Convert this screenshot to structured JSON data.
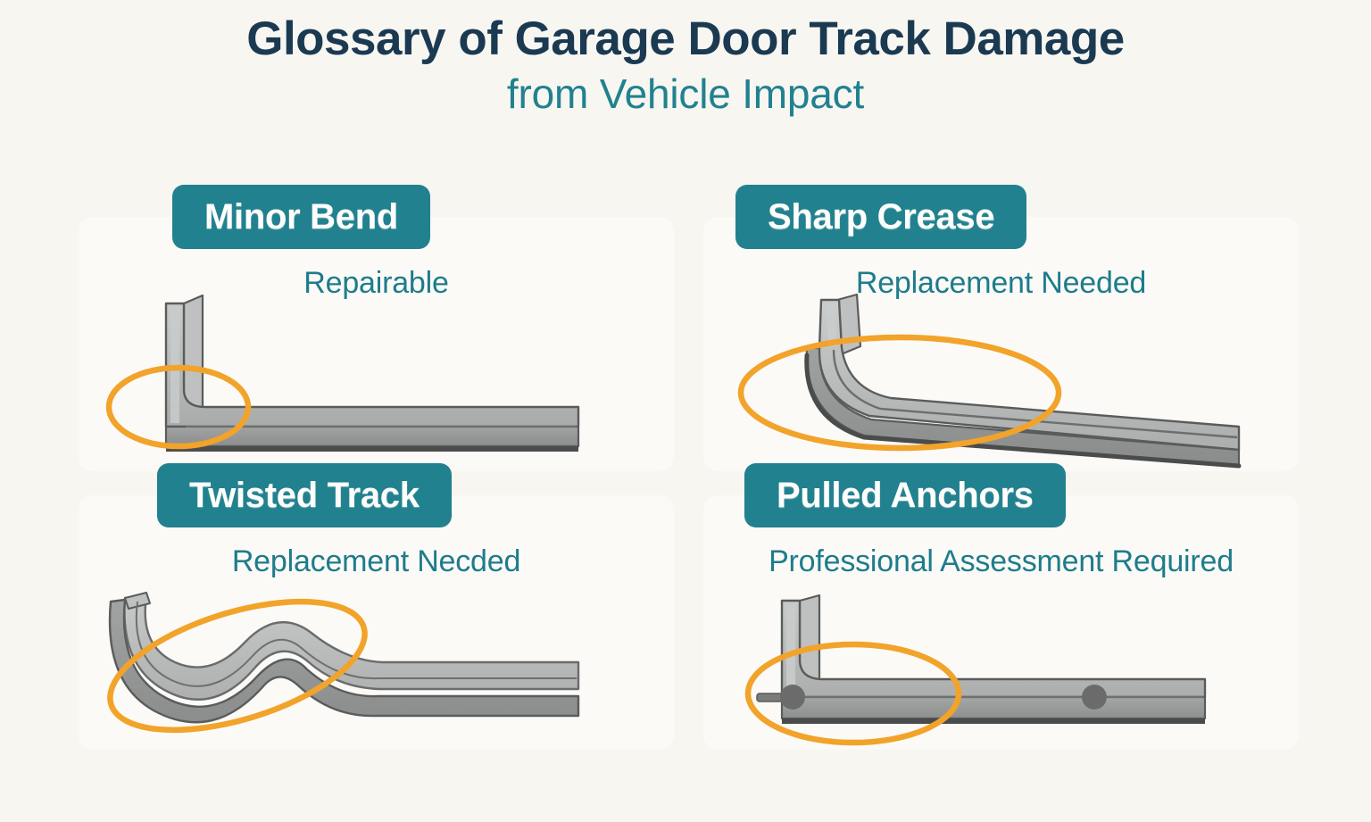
{
  "header": {
    "title": "Glossary of Garage Door Track Damage",
    "subtitle": "from Vehicle Impact"
  },
  "colors": {
    "page_background": "#F7F6F1",
    "card_background": "#FBFAF7",
    "title_navy": "#1B3A52",
    "teal": "#21818F",
    "status_teal": "#1E7C8C",
    "highlight_orange": "#F2A32A",
    "track_light": "#C3C5C5",
    "track_mid": "#ADAFAF",
    "track_dark": "#8E9090",
    "track_outline": "#5A5C5C",
    "anchor_bolt": "#6B6B6B"
  },
  "cards": [
    {
      "id": "minor-bend",
      "title": "Minor Bend",
      "status": "Repairable",
      "illustration": "l-shaped-track-slight-bend",
      "highlight": "orange-ellipse-at-corner"
    },
    {
      "id": "sharp-crease",
      "title": "Sharp Crease",
      "status": "Replacement Needed",
      "illustration": "curved-creased-track",
      "highlight": "orange-ellipse-over-crease"
    },
    {
      "id": "twisted-track",
      "title": "Twisted Track",
      "status": "Replacement Necded",
      "illustration": "wavy-twisted-track",
      "highlight": "tilted-orange-ellipse-over-twist"
    },
    {
      "id": "pulled-anchors",
      "title": "Pulled Anchors",
      "status": "Professional Assessment Required",
      "illustration": "l-shaped-track-with-anchor-bolts",
      "highlight": "orange-ellipse-over-loose-anchor"
    }
  ]
}
